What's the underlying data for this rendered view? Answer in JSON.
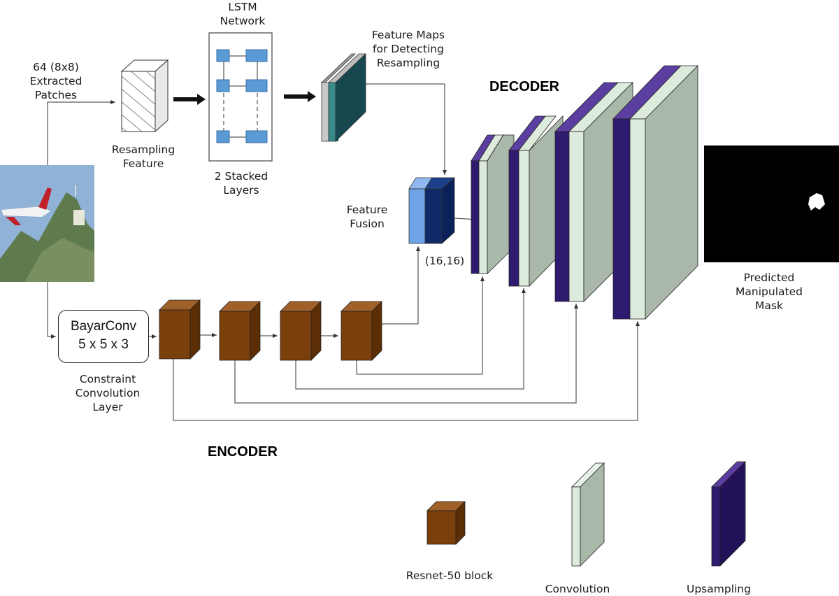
{
  "labels": {
    "patches": "64 (8x8)\nExtracted\nPatches",
    "resampling_feature": "Resampling\nFeature",
    "lstm_network": "LSTM\nNetwork",
    "stacked_layers": "2 Stacked\nLayers",
    "feature_maps": "Feature Maps\nfor Detecting\nResampling",
    "decoder": "DECODER",
    "feature_fusion": "Feature\nFusion",
    "fusion_size": "(16,16)",
    "predicted_mask": "Predicted\nManipulated\nMask",
    "bayar_title": "BayarConv",
    "bayar_size": "5 x 5 x 3",
    "constraint": "Constraint\nConvolution\nLayer",
    "encoder": "ENCODER"
  },
  "legend": {
    "resnet": "Resnet-50 block",
    "convolution": "Convolution",
    "upsampling": "Upsampling"
  },
  "colors": {
    "resnet": "#7a3f0a",
    "convolution": "#dcebdc",
    "upsampling": "#2e1a6e",
    "lstm_cell": "#5b9bd5",
    "fusion_light": "#6fa3e8",
    "fusion_dark": "#0d2a66",
    "feature_map": "#17474f"
  }
}
